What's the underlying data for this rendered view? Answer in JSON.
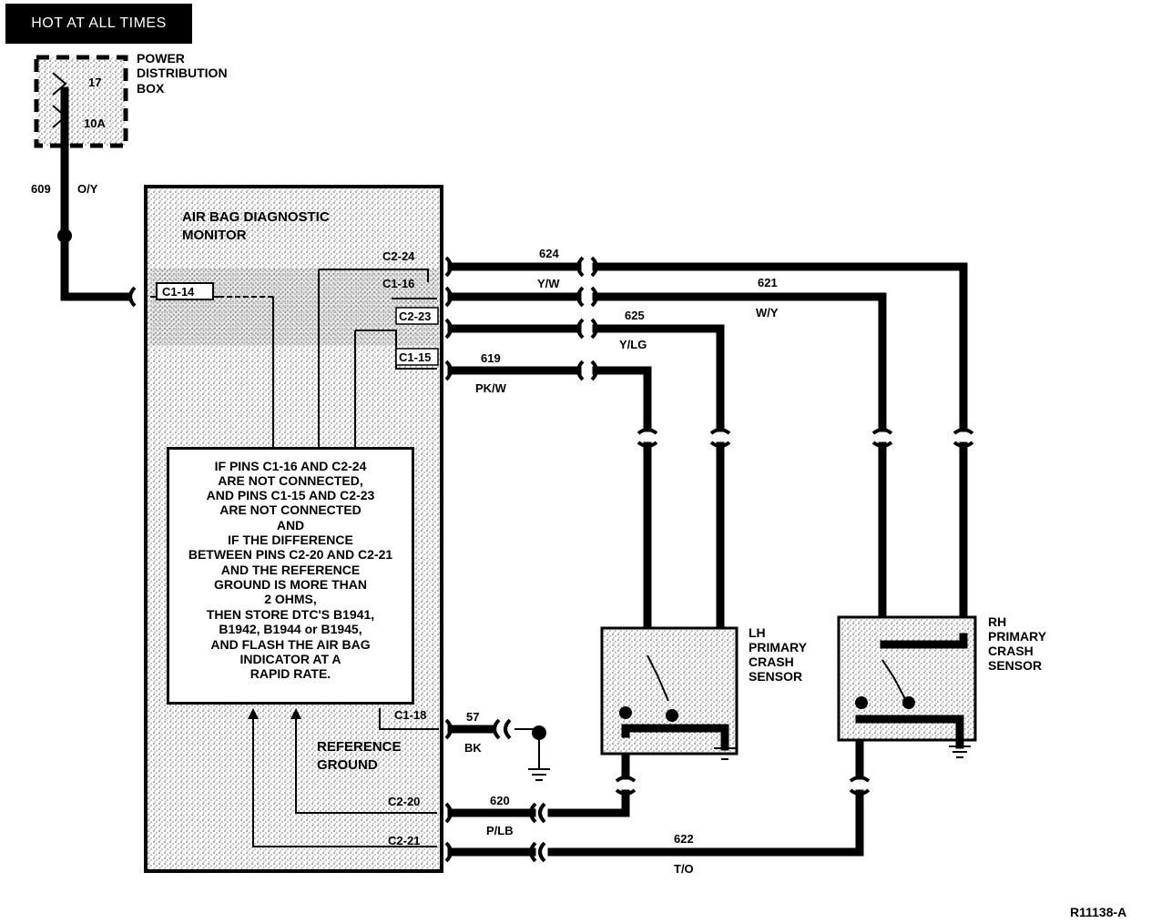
{
  "header": {
    "label": "HOT AT ALL TIMES"
  },
  "power_box": {
    "label_line1": "POWER",
    "label_line2": "DISTRIBUTION",
    "label_line3": "BOX",
    "fuse_number": "17",
    "fuse_rating": "10A"
  },
  "module": {
    "title_line1": "AIR BAG DIAGNOSTIC",
    "title_line2": "MONITOR",
    "reference_line1": "REFERENCE",
    "reference_line2": "GROUND"
  },
  "pins": {
    "c1_14": "C1-14",
    "c2_24": "C2-24",
    "c1_16": "C1-16",
    "c2_23": "C2-23",
    "c1_15": "C1-15",
    "c1_18": "C1-18",
    "c2_20": "C2-20",
    "c2_21": "C2-21"
  },
  "wires": {
    "w609": {
      "circuit": "609",
      "color": "O/Y"
    },
    "w624": {
      "circuit": "624",
      "color": "Y/W"
    },
    "w621": {
      "circuit": "621",
      "color": "W/Y"
    },
    "w625": {
      "circuit": "625",
      "color": "Y/LG"
    },
    "w619": {
      "circuit": "619",
      "color": "PK/W"
    },
    "w57": {
      "circuit": "57",
      "color": "BK"
    },
    "w620": {
      "circuit": "620",
      "color": "P/LB"
    },
    "w622": {
      "circuit": "622",
      "color": "T/O"
    }
  },
  "note": {
    "lines": [
      "IF PINS C1-16 AND C2-24",
      "ARE NOT CONNECTED,",
      "AND PINS C1-15 AND C2-23",
      "ARE NOT CONNECTED",
      "AND",
      "IF THE DIFFERENCE",
      "BETWEEN PINS C2-20 AND C2-21",
      "AND THE REFERENCE",
      "GROUND IS MORE THAN",
      "2 OHMS,",
      "THEN STORE DTC'S B1941,",
      "B1942, B1944 or B1945,",
      "AND FLASH THE AIR BAG",
      "INDICATOR AT A",
      "RAPID RATE."
    ]
  },
  "lh_sensor": {
    "line1": "LH",
    "line2": "PRIMARY",
    "line3": "CRASH",
    "line4": "SENSOR"
  },
  "rh_sensor": {
    "line1": "RH",
    "line2": "PRIMARY",
    "line3": "CRASH",
    "line4": "SENSOR"
  },
  "figure_id": "R11138-A",
  "colors": {
    "ink": "#000000",
    "paper": "#ffffff",
    "shade": "#c8c8c8"
  }
}
